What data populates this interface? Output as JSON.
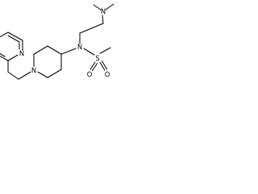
{
  "molecule": {
    "atoms": {
      "amine_n": "N",
      "sulfonamide_n": "N",
      "sulfur": "S",
      "oxygen_1": "O",
      "oxygen_2": "O",
      "piperidine_n": "N",
      "pyridine_n": "N"
    }
  },
  "colors": {
    "bond": "#000000",
    "label": "#000000",
    "background": "#ffffff"
  }
}
